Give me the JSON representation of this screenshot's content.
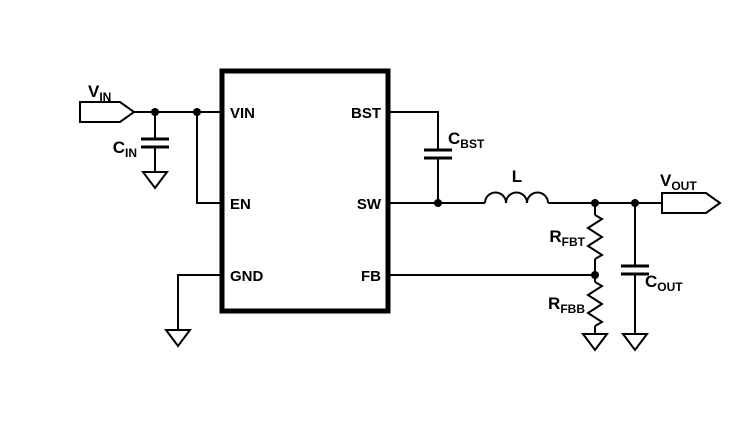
{
  "diagram": {
    "type": "circuit-schematic"
  },
  "ic": {
    "pins": {
      "vin": "VIN",
      "en": "EN",
      "gnd": "GND",
      "bst": "BST",
      "sw": "SW",
      "fb": "FB"
    }
  },
  "components": {
    "vin_flag": {
      "main": "V",
      "sub": "IN"
    },
    "cin": {
      "main": "C",
      "sub": "IN"
    },
    "cbst": {
      "main": "C",
      "sub": "BST"
    },
    "inductor": {
      "main": "L",
      "sub": ""
    },
    "vout_flag": {
      "main": "V",
      "sub": "OUT"
    },
    "rfbt": {
      "main": "R",
      "sub": "FBT"
    },
    "rfbb": {
      "main": "R",
      "sub": "FBB"
    },
    "cout": {
      "main": "C",
      "sub": "OUT"
    }
  },
  "colors": {
    "line": "#000000",
    "background": "#ffffff"
  }
}
